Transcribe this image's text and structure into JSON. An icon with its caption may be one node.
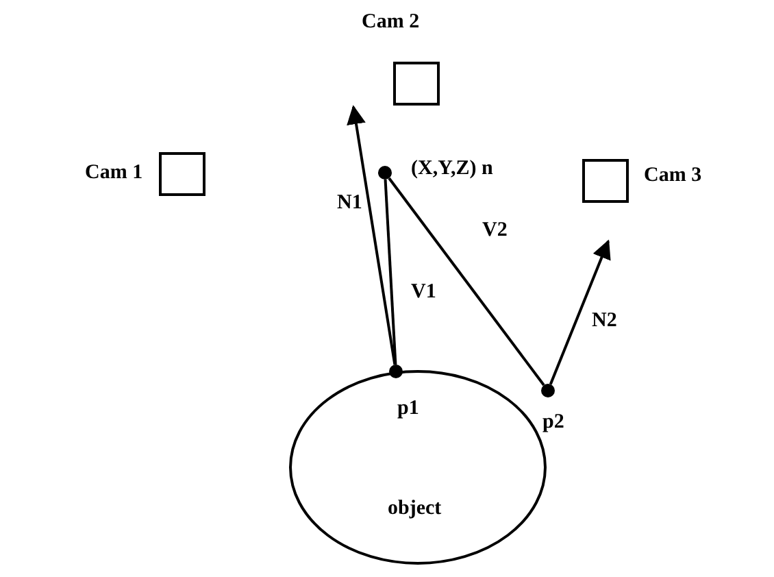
{
  "diagram": {
    "nodes": [
      {
        "text": [],
        "shape": "box",
        "beside": [
          "Cam 2"
        ]
      },
      {
        "text": [],
        "shape": "box",
        "beside": [
          "Cam 1"
        ]
      },
      {
        "text": [],
        "shape": "circle",
        "beside": [
          "(X,Y,Z) n"
        ]
      },
      {
        "text": [],
        "shape": "box",
        "beside": [
          "Cam 3"
        ]
      },
      {
        "text": [],
        "shape": "circle"
      },
      {
        "text": [],
        "shape": "circle"
      },
      {
        "text": [
          "object"
        ]
      }
    ],
    "edges": [
      {
        "from": 4,
        "to": null,
        "arrow": "to",
        "label": "N1"
      },
      {
        "from": 4,
        "to": 2,
        "arrow": "none",
        "label": "V1"
      },
      {
        "from": 2,
        "to": 5,
        "arrow": "none",
        "label": "V2"
      },
      {
        "from": 5,
        "to": null,
        "arrow": "to",
        "label": "N2"
      }
    ],
    "labels": [
      "p1",
      "p2"
    ]
  }
}
